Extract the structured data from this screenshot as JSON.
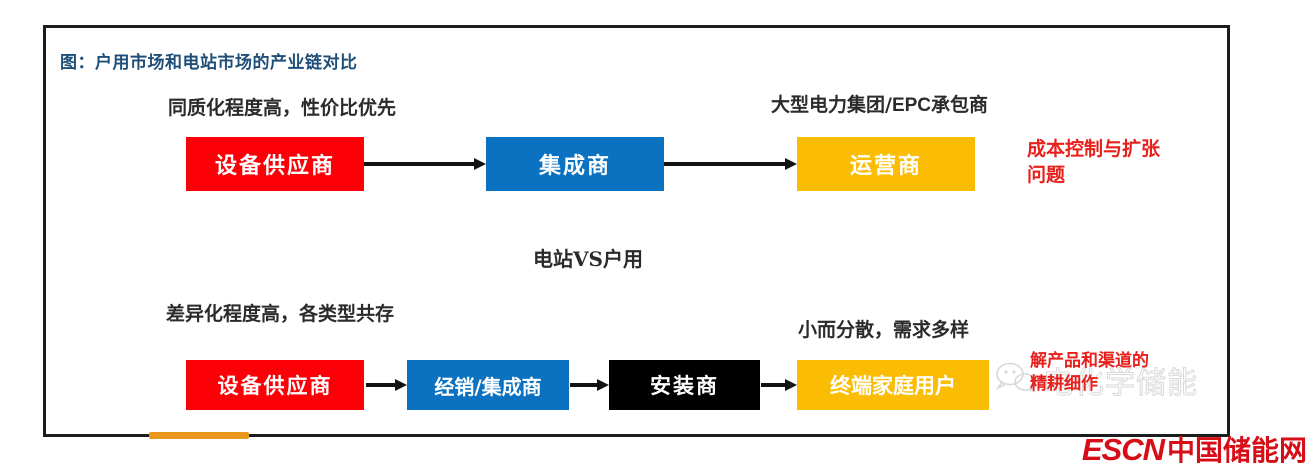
{
  "figure": {
    "title": "图：户用市场和电站市场的产业链对比",
    "title_color": "#1f4e79"
  },
  "captions": {
    "top_left": "同质化程度高，性价比优先",
    "top_right_pre": "大型电力集团/",
    "top_right_bold": "EPC",
    "top_right_post": "承包商",
    "middle": "电站VS户用",
    "bottom_left": "差异化程度高，各类型共存",
    "bottom_right": "小而分散，需求多样"
  },
  "chain_top": {
    "nodes": [
      {
        "label": "设备供应商",
        "color": "#fb0007"
      },
      {
        "label": "集成商",
        "color": "#0a72c0"
      },
      {
        "label": "运营商",
        "color": "#fbbc04"
      }
    ]
  },
  "chain_bottom": {
    "nodes": [
      {
        "label": "设备供应商",
        "color": "#fb0007"
      },
      {
        "label": "经销/集成商",
        "color": "#0a72c0"
      },
      {
        "label": "安装商",
        "color": "#000000"
      },
      {
        "label": "终端家庭用户",
        "color": "#fbbc04"
      }
    ]
  },
  "annotations": {
    "cost": "成本控制与扩张\n问题",
    "channel": "解产品和渠道的\n精耕细作",
    "color": "#e8201c"
  },
  "watermark": {
    "text": "电化学储能",
    "icon": "wechat-icon"
  },
  "logo": {
    "en": "ESCN",
    "cn": "中国储能网",
    "color": "#d70d17"
  }
}
